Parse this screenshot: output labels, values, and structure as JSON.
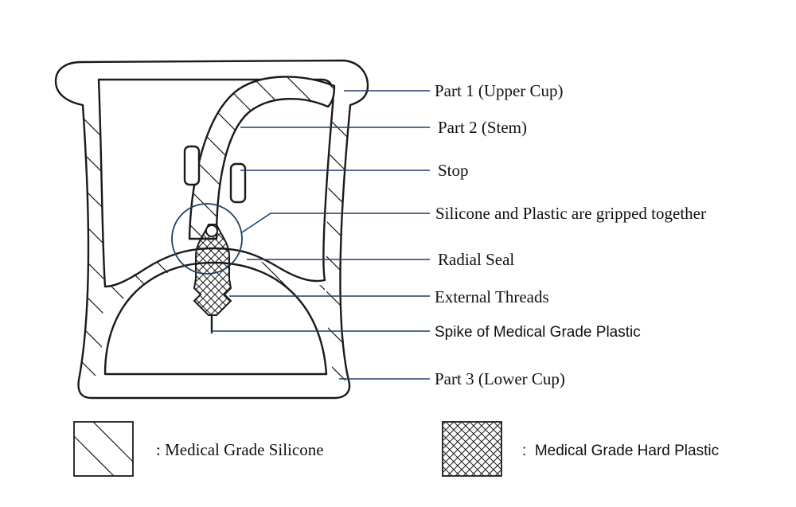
{
  "callouts": [
    {
      "id": "part1",
      "text": "Part 1 (Upper Cup)"
    },
    {
      "id": "part2",
      "text": "Part 2 (Stem)"
    },
    {
      "id": "stop",
      "text": "Stop"
    },
    {
      "id": "gripped",
      "text": "Silicone and Plastic are gripped together"
    },
    {
      "id": "radial-seal",
      "text": "Radial Seal"
    },
    {
      "id": "threads",
      "text": "External Threads"
    },
    {
      "id": "spike",
      "text": "Spike of Medical Grade Plastic"
    },
    {
      "id": "part3",
      "text": "Part 3 (Lower Cup)"
    }
  ],
  "legend": {
    "silicone": ": Medical Grade Silicone",
    "plastic": ":  Medical Grade Hard Plastic"
  },
  "colors": {
    "leader": "#1f3f66",
    "ink": "#1a1a1a"
  }
}
